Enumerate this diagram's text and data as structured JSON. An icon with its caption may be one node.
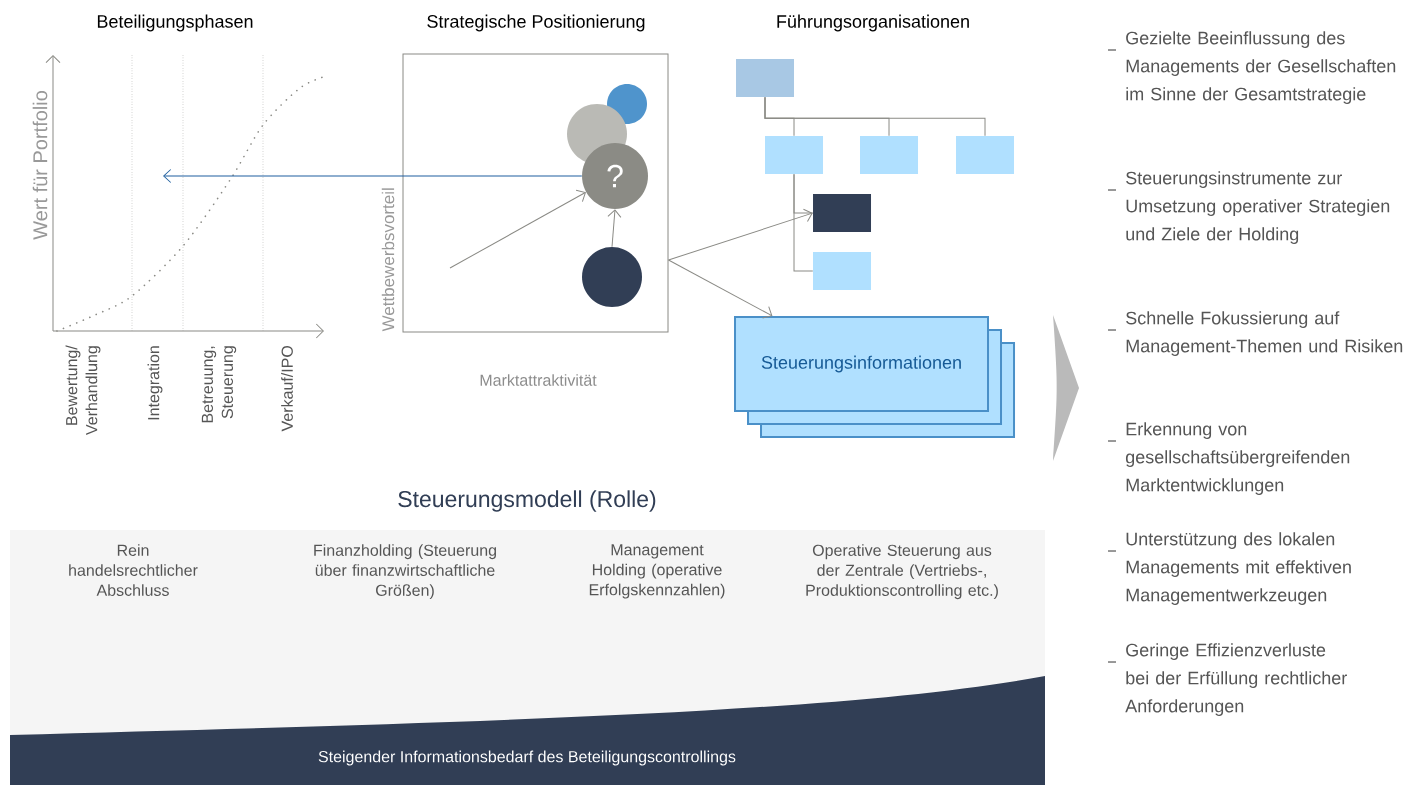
{
  "diagram": {
    "nodes": [
      {
        "text": [],
        "shape": "box"
      },
      {
        "text": [],
        "shape": "circle",
        "in": 0
      },
      {
        "text": [],
        "shape": "circle",
        "in": 0
      },
      {
        "text": [
          "?"
        ],
        "in": 0
      },
      {
        "text": [],
        "shape": "circle",
        "in": 0
      },
      {
        "text": [],
        "shape": "box"
      },
      {
        "text": [],
        "shape": "box"
      },
      {
        "text": [],
        "shape": "box"
      },
      {
        "text": [],
        "shape": "box"
      },
      {
        "text": [],
        "shape": "box"
      },
      {
        "text": [],
        "shape": "box"
      },
      {
        "text": [
          "Steuerungsinformationen"
        ]
      }
    ],
    "edges": [
      {
        "from": 3,
        "to": null,
        "arrow": "to",
        "color": "#1f5f9f"
      },
      {
        "from": null,
        "to": 3,
        "arrow": "to"
      },
      {
        "from": 4,
        "to": 3,
        "arrow": "to"
      },
      {
        "from": 0,
        "to": 9,
        "arrow": "to"
      },
      {
        "from": 0,
        "to": 11,
        "arrow": "to"
      },
      {
        "from": 5,
        "to": 6,
        "arrow": "none"
      },
      {
        "from": 5,
        "to": 7,
        "arrow": "none"
      },
      {
        "from": 5,
        "to": 8,
        "arrow": "none"
      },
      {
        "from": 6,
        "to": 9,
        "arrow": "none"
      },
      {
        "from": 6,
        "to": 10,
        "arrow": "none"
      }
    ],
    "labels": [
      "Beteiligungsphasen",
      "Strategische Positionierung",
      "Führungsorganisationen",
      "Wert für Portfolio",
      "Bewertung/ Verhandlung",
      "Integration",
      "Betreuung, Steuerung",
      "Verkauf/IPO",
      "Wettbewerbsvorteil",
      "Marktattraktivität",
      "Steuerungsmodell (Rolle)",
      "Rein handelsrechtlicher Abschluss",
      "Finanzholding (Steuerung über finanzwirtschaftliche Größen)",
      "Management Holding (operative Erfolgskennzahlen)",
      "Operative Steuerung aus der Zentrale (Vertriebs-, Produktionscontrolling etc.)",
      "Steigender Informationsbedarf des Beteiligungscontrollings",
      "Gezielte Beeinflussung des Managements der Gesellschaften im Sinne der Gesamtstrategie",
      "Steuerungsinstrumente zur Umsetzung operativer Strategien und Ziele der Holding",
      "Schnelle Fokussierung auf Management-Themen und Risiken",
      "Erkennung von gesellschaftsübergreifenden Marktentwicklungen",
      "Unterstützung des lokalen Managements mit effektiven Managementwerkzeugen",
      "Geringe Effizienzverluste bei der Erfüllung rechtlicher Anforderungen"
    ]
  }
}
